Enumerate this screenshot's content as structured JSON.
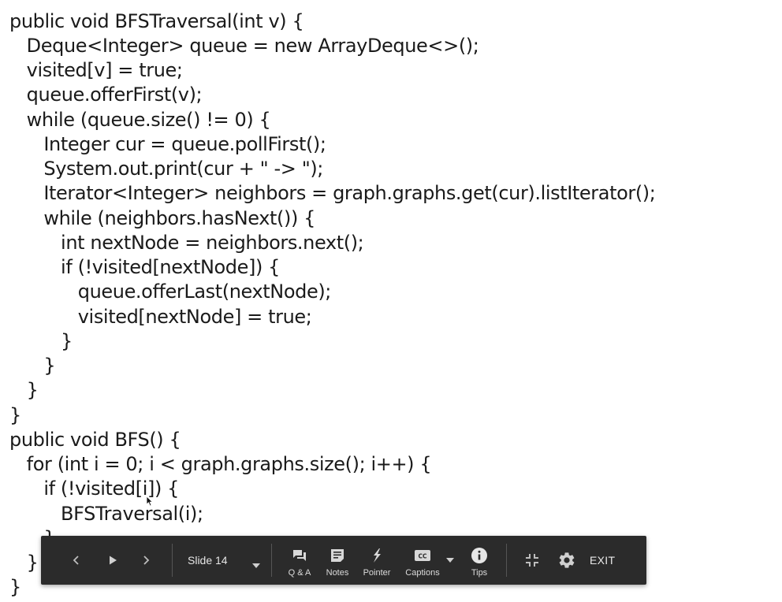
{
  "code": {
    "lines": [
      "public void BFSTraversal(int v) {",
      "   Deque<Integer> queue = new ArrayDeque<>();",
      "   visited[v] = true;",
      "   queue.offerFirst(v);",
      "   while (queue.size() != 0) {",
      "      Integer cur = queue.pollFirst();",
      "      System.out.print(cur + \" -> \");",
      "      Iterator<Integer> neighbors = graph.graphs.get(cur).listIterator();",
      "      while (neighbors.hasNext()) {",
      "         int nextNode = neighbors.next();",
      "         if (!visited[nextNode]) {",
      "            queue.offerLast(nextNode);",
      "            visited[nextNode] = true;",
      "         }",
      "      }",
      "   }",
      "}",
      "public void BFS() {",
      "   for (int i = 0; i < graph.graphs.size(); i++) {",
      "      if (!visited[i]) {",
      "         BFSTraversal(i);",
      "      }",
      "   }",
      "}"
    ]
  },
  "toolbar": {
    "slide_label": "Slide 14",
    "qa_label": "Q & A",
    "notes_label": "Notes",
    "pointer_label": "Pointer",
    "captions_label": "Captions",
    "tips_label": "Tips",
    "exit_label": "EXIT"
  },
  "icons": {
    "prev": "chevron-left-icon",
    "play": "play-icon",
    "next": "chevron-right-icon",
    "dropdown": "caret-down-icon",
    "qa": "chat-icon",
    "notes": "notes-icon",
    "pointer": "pointer-icon",
    "captions": "cc-icon",
    "tips": "info-icon",
    "exit_fullscreen": "exit-fullscreen-icon",
    "settings": "gear-icon"
  },
  "colors": {
    "toolbar_bg": "#2b2b2b",
    "code_text": "#1a1a1a",
    "toolbar_text": "#ffffff"
  }
}
